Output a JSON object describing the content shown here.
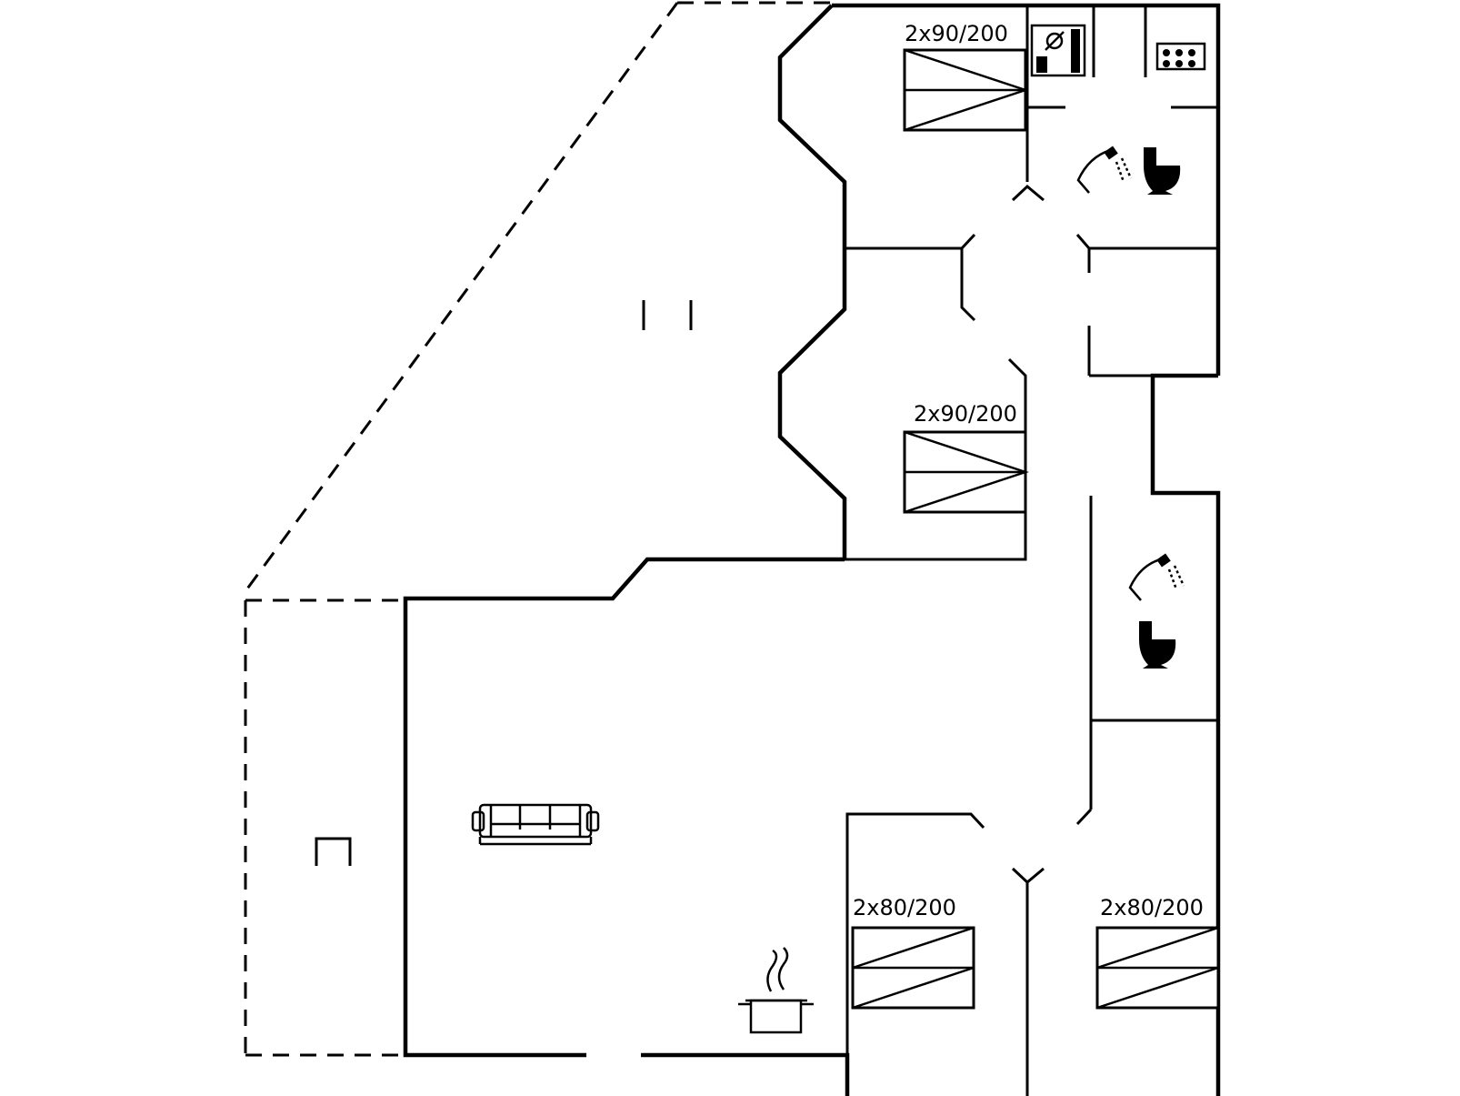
{
  "plan": {
    "bed_labels": {
      "upper_bedroom": "2x90/200",
      "middle_bedroom": "2x90/200",
      "lower_left_bedroom": "2x80/200",
      "lower_right_bedroom": "2x80/200"
    },
    "icons": {
      "washer": "washing-machine-icon",
      "kitchenette": "kitchenette-icon",
      "shower": "shower-icon",
      "toilet": "toilet-icon",
      "sofa": "sofa-icon",
      "stove": "cooking-pot-icon"
    }
  }
}
